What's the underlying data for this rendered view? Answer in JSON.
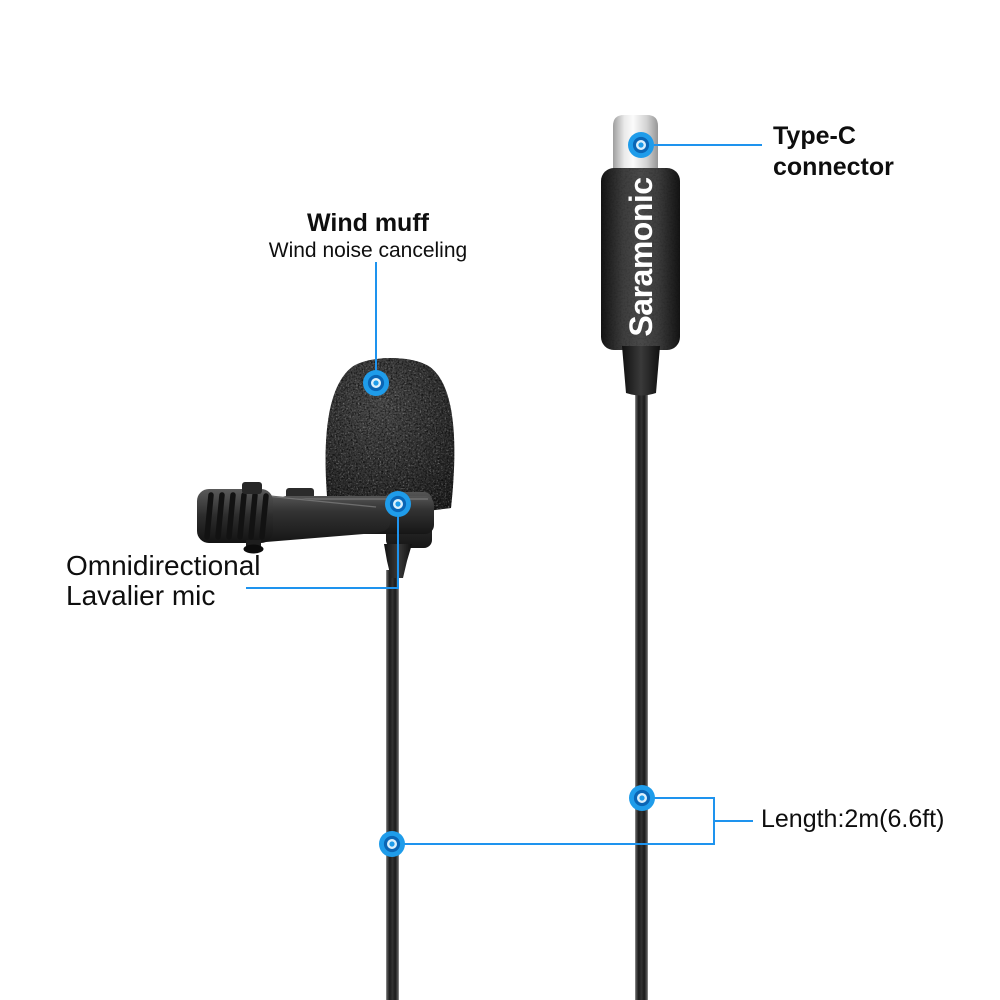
{
  "page": {
    "background": "#ffffff"
  },
  "colors": {
    "accent_line": "#1e93ee",
    "dot_fill": "#1f9cea",
    "dot_ring_dark": "#0a65b5",
    "dot_ring_light": "#dceffb",
    "label_text": "#0e0e0e",
    "brand_text": "#ffffff"
  },
  "brand": {
    "name": "Saramonic"
  },
  "callouts": {
    "type_c": {
      "line1": "Type-C",
      "line2": "connector"
    },
    "wind_muff": {
      "title": "Wind muff",
      "subtitle": "Wind noise canceling"
    },
    "lav_mic": {
      "line1": "Omnidirectional",
      "line2": "Lavalier mic"
    },
    "cable_length": {
      "label": "Length:2m(6.6ft)"
    }
  }
}
